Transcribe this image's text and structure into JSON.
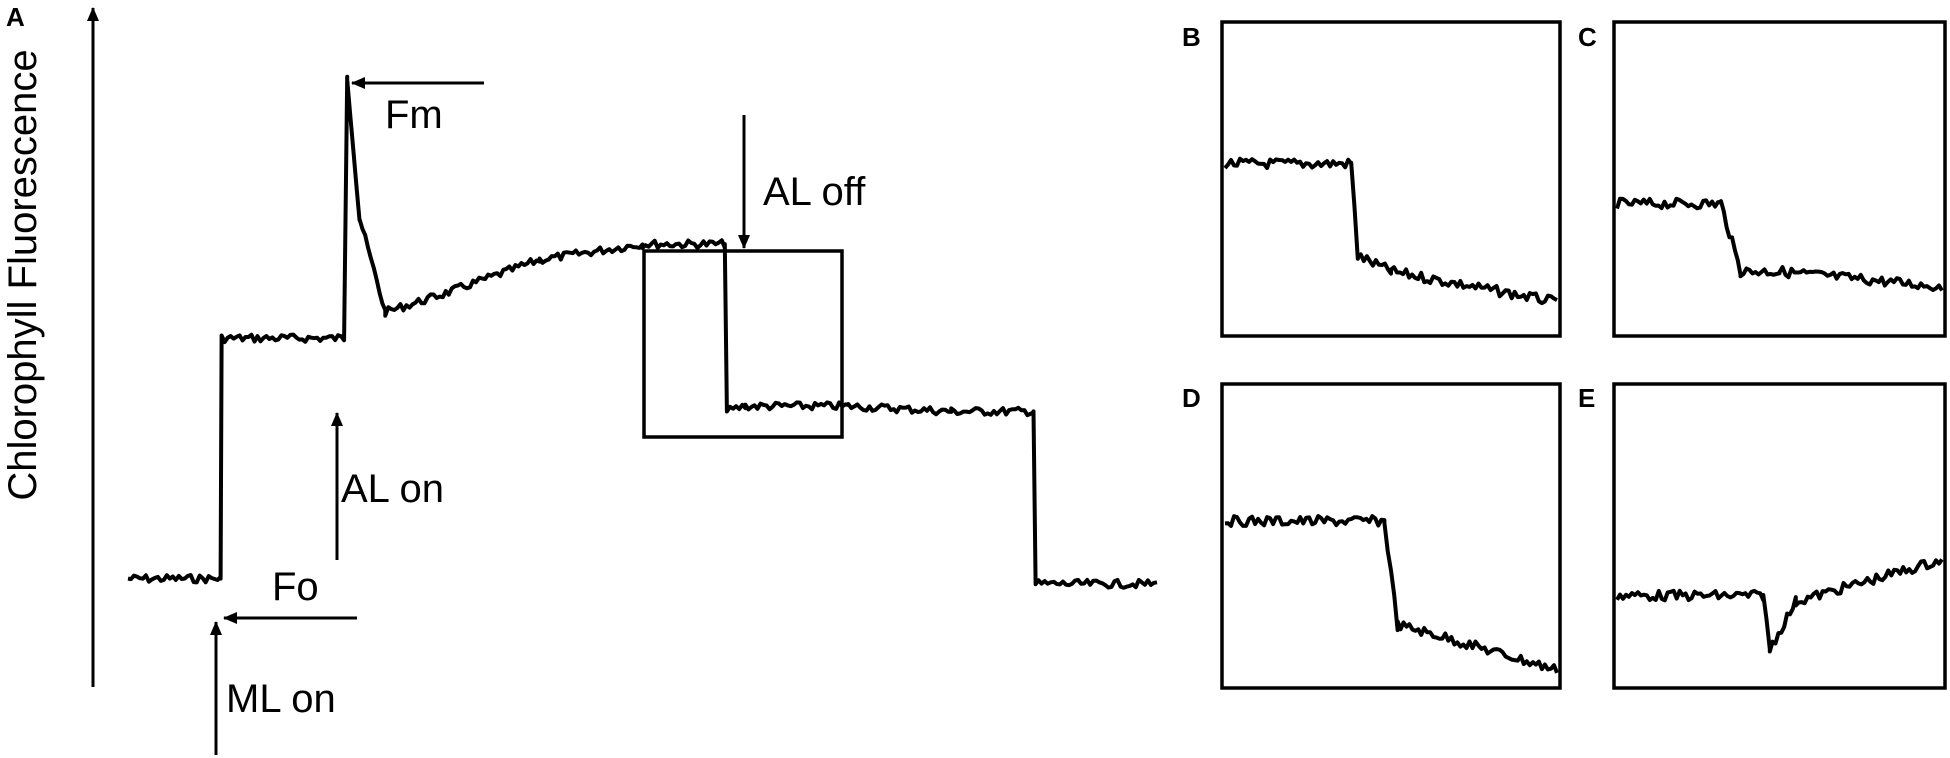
{
  "chart_data": [
    {
      "panel": "A",
      "type": "line",
      "ylabel": "Chlorophyll Fluorescence",
      "xlabel": "",
      "annotations": [
        "Fm",
        "AL off",
        "AL on",
        "Fo",
        "ML on"
      ],
      "series": [
        {
          "x": [
            0,
            9,
            9.1,
            21,
            21.3,
            22.5,
            25,
            30,
            40,
            50,
            58,
            58.2,
            60,
            70,
            80,
            88,
            88.2,
            100
          ],
          "values": [
            0.06,
            0.06,
            0.52,
            0.52,
            1.02,
            0.75,
            0.57,
            0.6,
            0.67,
            0.7,
            0.7,
            0.38,
            0.39,
            0.39,
            0.38,
            0.38,
            0.05,
            0.05
          ]
        }
      ],
      "ylim": [
        0,
        1.1
      ],
      "xlim": [
        0,
        100
      ],
      "grid": false,
      "inset_box": [
        50,
        71
      ]
    },
    {
      "panel": "B",
      "type": "line",
      "series": [
        {
          "x": [
            0,
            38,
            40,
            50,
            100
          ],
          "values": [
            0.55,
            0.55,
            0.25,
            0.2,
            0.1
          ]
        }
      ],
      "ylim": [
        0,
        1
      ],
      "xlim": [
        0,
        100
      ],
      "grid": false
    },
    {
      "panel": "C",
      "type": "line",
      "series": [
        {
          "x": [
            0,
            32,
            38,
            50,
            100
          ],
          "values": [
            0.42,
            0.42,
            0.2,
            0.2,
            0.15
          ]
        }
      ],
      "ylim": [
        0,
        1
      ],
      "xlim": [
        0,
        100
      ],
      "grid": false
    },
    {
      "panel": "D",
      "type": "line",
      "series": [
        {
          "x": [
            0,
            48,
            52,
            60,
            100
          ],
          "values": [
            0.55,
            0.55,
            0.2,
            0.18,
            0.05
          ]
        }
      ],
      "ylim": [
        0,
        1
      ],
      "xlim": [
        0,
        100
      ],
      "grid": false
    },
    {
      "panel": "E",
      "type": "line",
      "series": [
        {
          "x": [
            0,
            45,
            47,
            55,
            100
          ],
          "values": [
            0.3,
            0.3,
            0.12,
            0.28,
            0.42
          ]
        }
      ],
      "ylim": [
        0,
        1
      ],
      "xlim": [
        0,
        100
      ],
      "grid": false
    }
  ]
}
